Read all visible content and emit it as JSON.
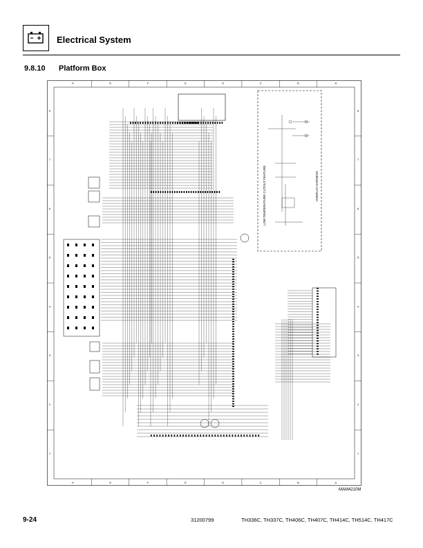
{
  "header": {
    "icon": "battery-icon",
    "title": "Electrical System"
  },
  "section": {
    "number": "9.8.10",
    "title": "Platform Box"
  },
  "diagram": {
    "border_letters": [
      "H",
      "G",
      "F",
      "E",
      "D",
      "C",
      "B",
      "A"
    ],
    "border_numbers": [
      "8",
      "7",
      "6",
      "5",
      "4",
      "3",
      "2",
      "1"
    ],
    "label_temp_cutout": "LOW TEMPERATURE CUTOUT FEATURE",
    "label_overlay": "OVERLAY HARNESS",
    "figure_id": "MAM4210M"
  },
  "footer": {
    "page": "9-24",
    "doc_number": "31200799",
    "models": "TH336C, TH337C, TH406C, TH407C, TH414C, TH514C, TH417C"
  }
}
